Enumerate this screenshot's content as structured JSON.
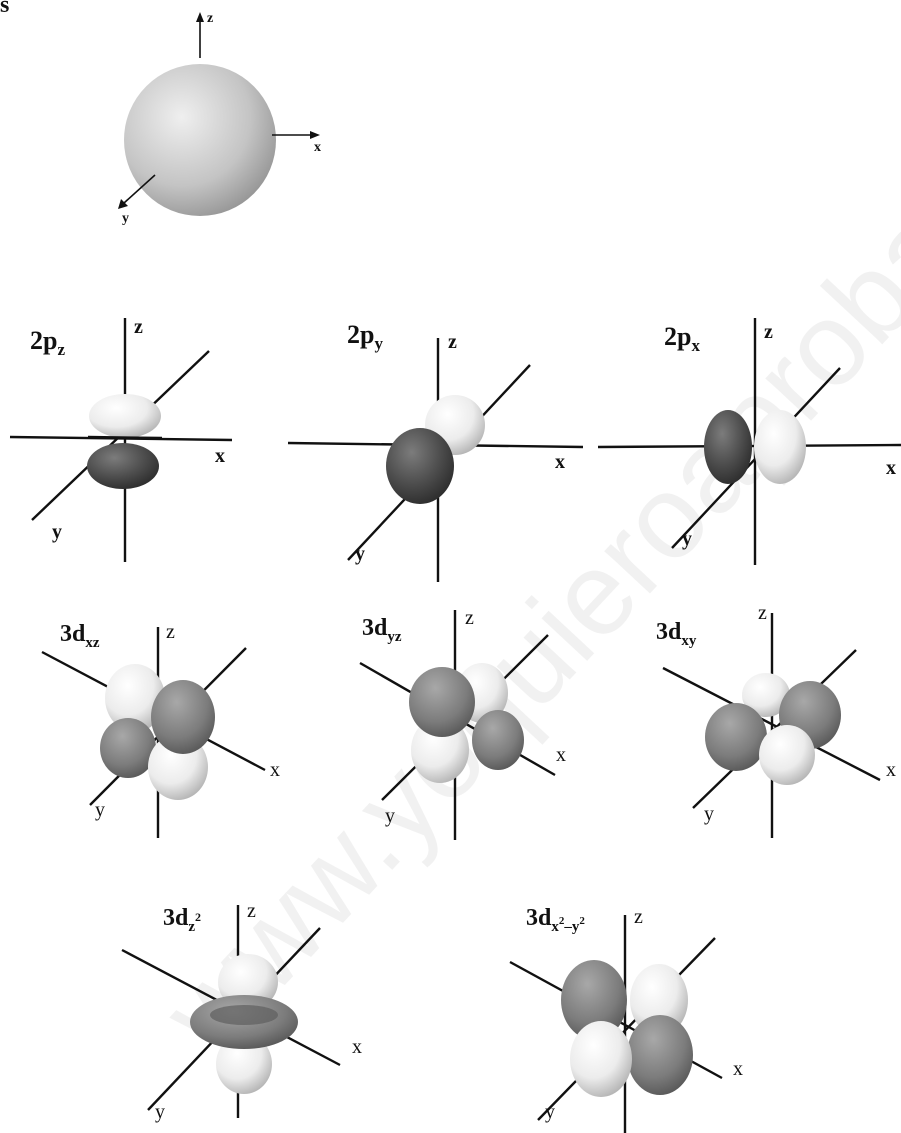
{
  "corner_mark": "s",
  "s_orbital": {
    "axes": {
      "x": "x",
      "y": "y",
      "z": "z"
    }
  },
  "orbitals": [
    {
      "key": "2pz",
      "prefix": "2p",
      "sub": "z",
      "axes": {
        "x": "x",
        "y": "y",
        "z": "z"
      }
    },
    {
      "key": "2py",
      "prefix": "2p",
      "sub": "y",
      "axes": {
        "x": "x",
        "y": "y",
        "z": "z"
      }
    },
    {
      "key": "2px",
      "prefix": "2p",
      "sub": "x",
      "axes": {
        "x": "x",
        "y": "y",
        "z": "z"
      }
    },
    {
      "key": "3dxz",
      "prefix": "3d",
      "sub": "xz",
      "axes": {
        "x": "x",
        "y": "y",
        "z": "z"
      }
    },
    {
      "key": "3dyz",
      "prefix": "3d",
      "sub": "yz",
      "axes": {
        "x": "x",
        "y": "y",
        "z": "z"
      }
    },
    {
      "key": "3dxy",
      "prefix": "3d",
      "sub": "xy",
      "axes": {
        "x": "x",
        "y": "y",
        "z": "z"
      }
    },
    {
      "key": "3dz2",
      "prefix": "3d",
      "sub": "z",
      "sup": "2",
      "axes": {
        "x": "x",
        "y": "y",
        "z": "z"
      }
    },
    {
      "key": "3dx2y2",
      "prefix": "3d",
      "sub_parts": [
        "x",
        "2",
        "–y",
        "2"
      ],
      "axes": {
        "x": "x",
        "y": "y",
        "z": "z"
      }
    }
  ],
  "watermark": "www.yoquieroaprobar.es",
  "colors": {
    "light_lobe": "#f2f2f2",
    "dark_lobe": "#4a4a4a",
    "sphere": "#c9c9c9",
    "ink": "#111111"
  }
}
